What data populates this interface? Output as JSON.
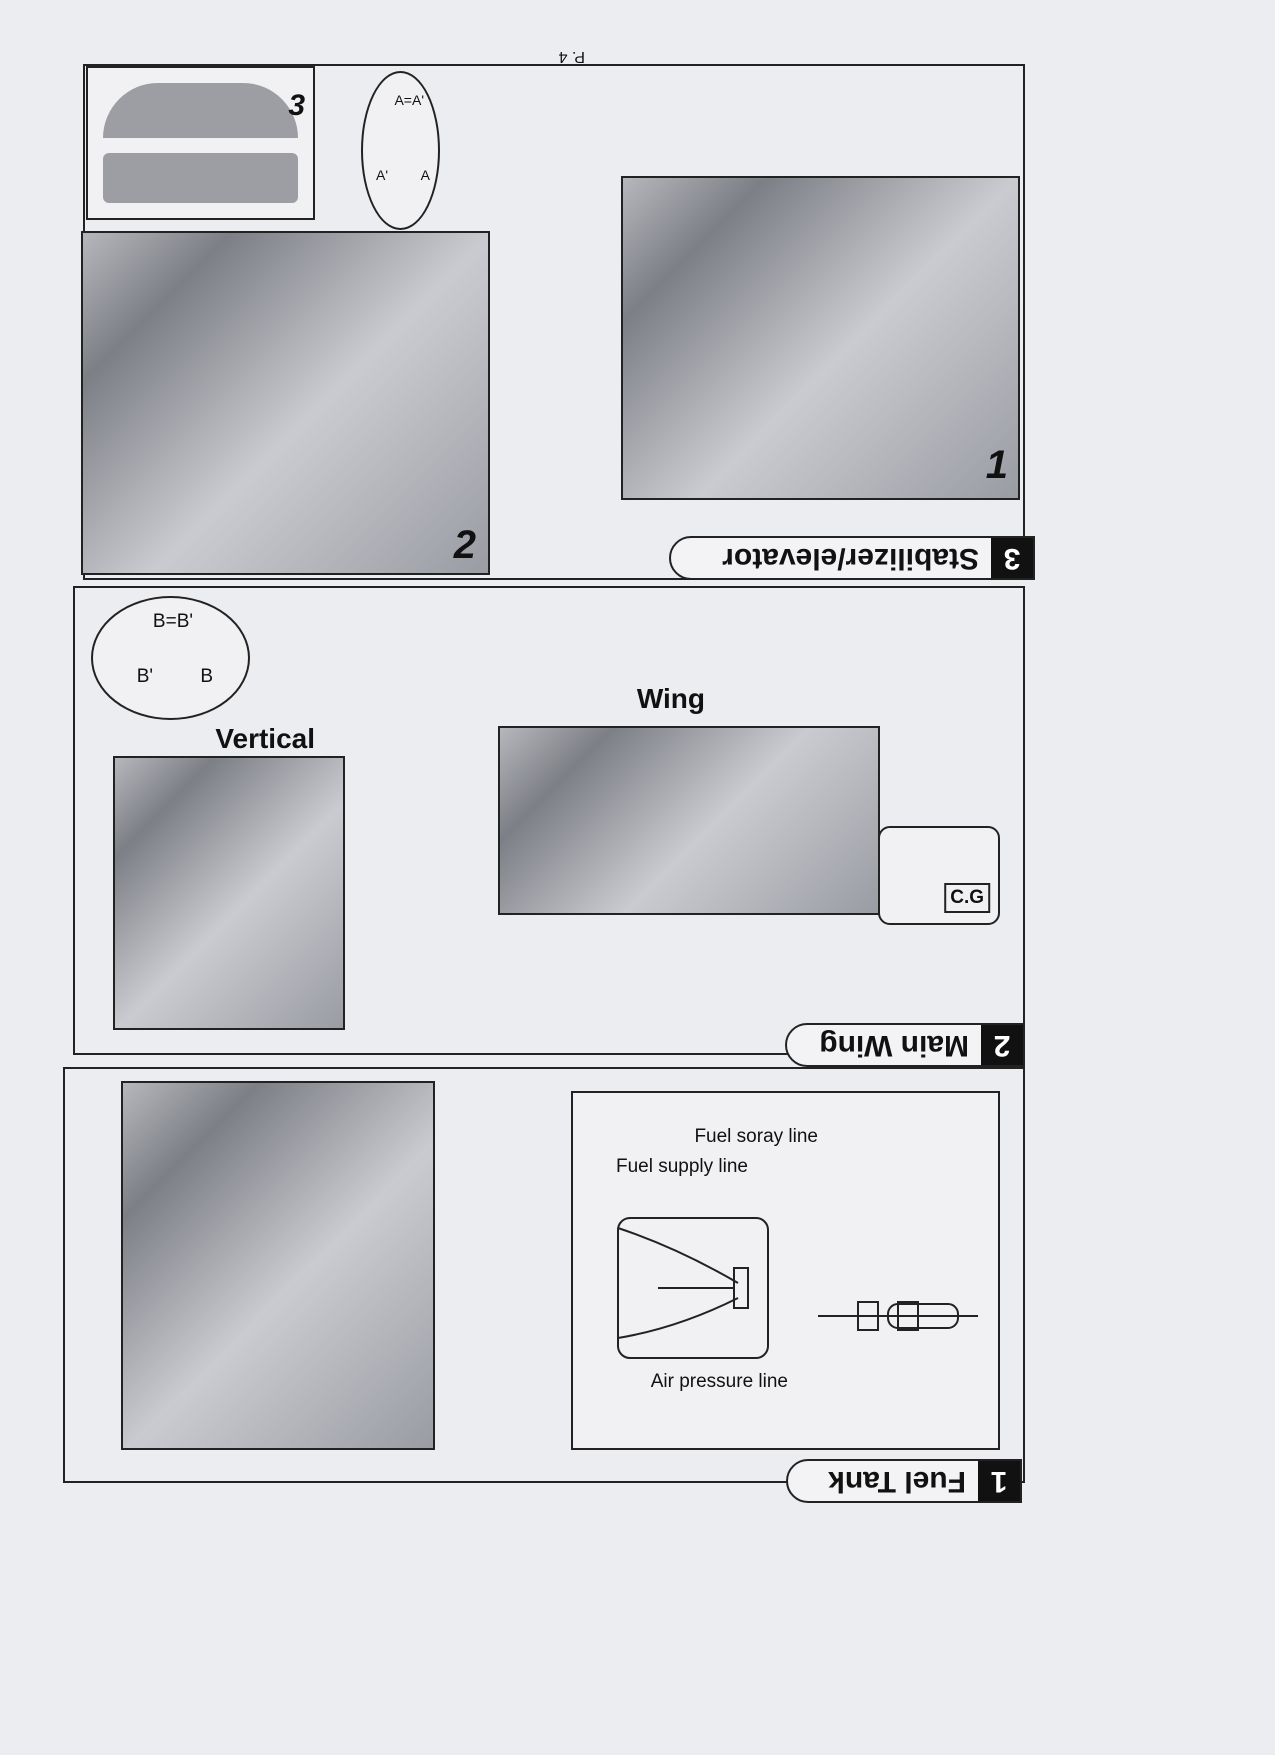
{
  "page_number": "P. 4",
  "sections": [
    {
      "number": "1",
      "title": "Fuel Tank",
      "labels": {
        "air_pressure": "Air pressure line",
        "fuel_supply": "Fuel supply line",
        "fuel_spray": "Fuel soray line"
      }
    },
    {
      "number": "2",
      "title": "Main Wing",
      "labels": {
        "wing": "Wing",
        "vertical": "Vertical",
        "equation": "B=B'",
        "b": "B",
        "b_prime": "B'",
        "cg": "C.G"
      }
    },
    {
      "number": "3",
      "title": "Stabilizer/elevator",
      "steps": [
        "1",
        "2",
        "3"
      ],
      "labels": {
        "equation": "A=A'",
        "a": "A",
        "a_prime": "A'"
      }
    }
  ]
}
